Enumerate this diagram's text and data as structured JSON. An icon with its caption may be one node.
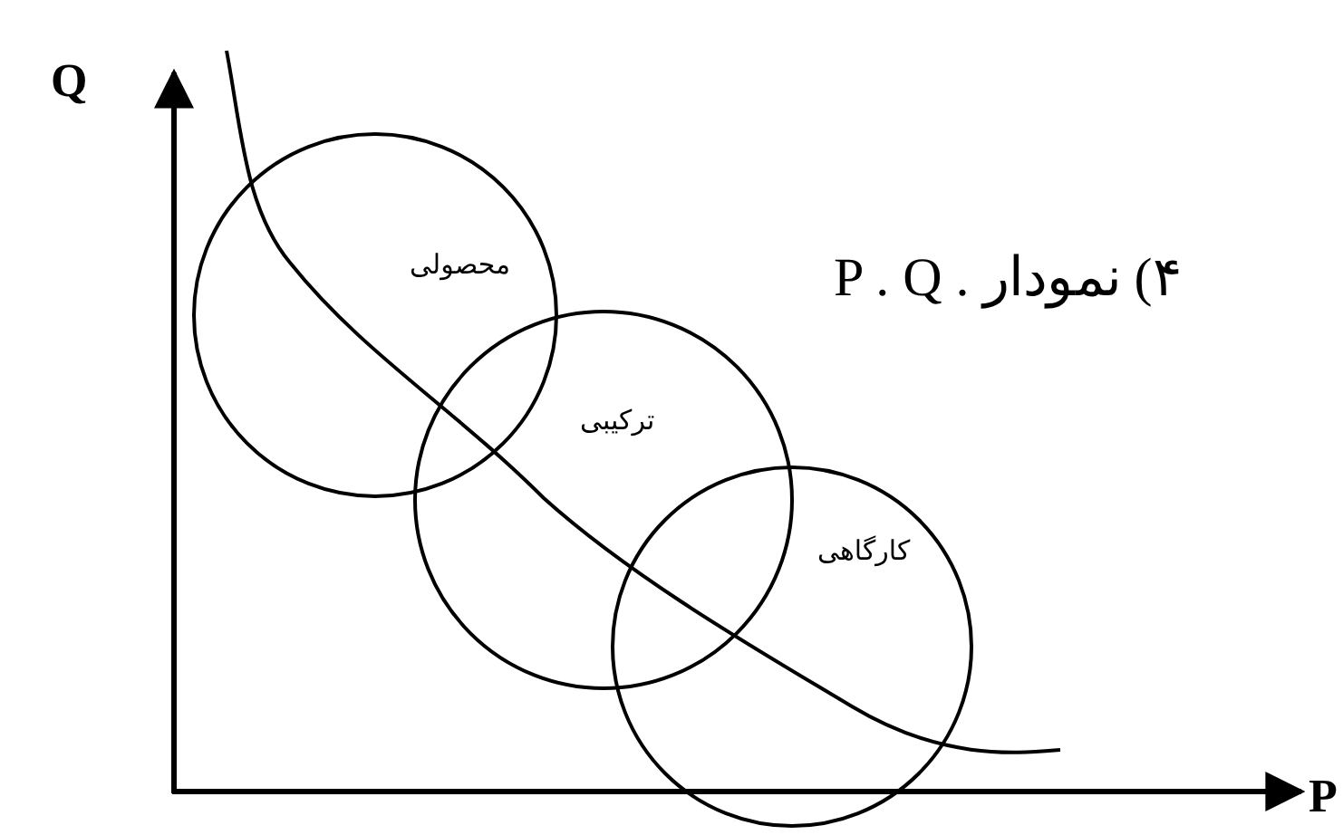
{
  "diagram": {
    "title": "۴) نمودار . P . Q",
    "nodes": [
      {
        "text": [
          "محصولی"
        ]
      },
      {
        "text": [
          "ترکیبی"
        ]
      },
      {
        "text": [
          "کارگاهی"
        ]
      }
    ],
    "edges": [],
    "labels": [
      "Q",
      "P"
    ]
  }
}
